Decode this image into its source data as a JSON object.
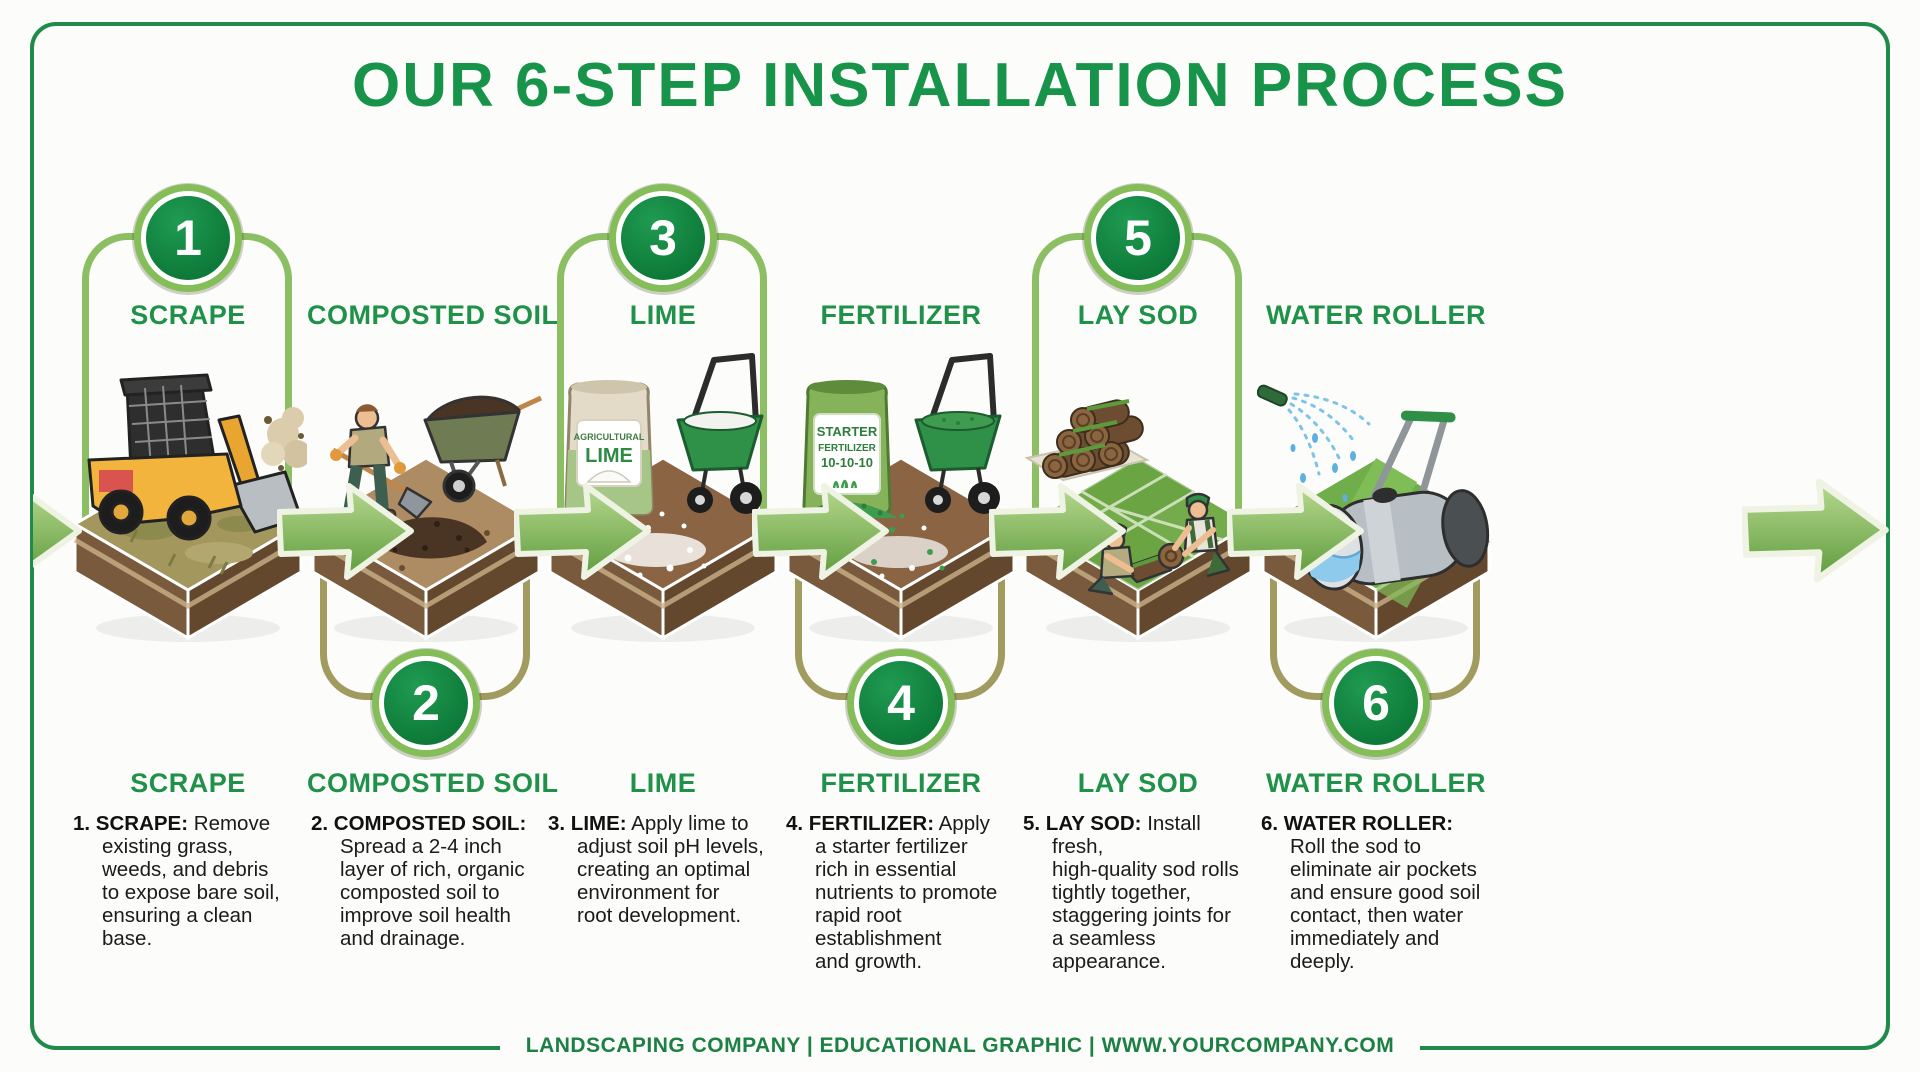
{
  "title": "OUR 6-STEP INSTALLATION PROCESS",
  "footer": "LANDSCAPING COMPANY | EDUCATIONAL GRAPHIC | WWW.YOURCOMPANY.COM",
  "colors": {
    "accent_green": "#17934a",
    "bracket_light_green": "#8cbf63",
    "bracket_olive": "#a19b60",
    "badge_green": "#0e7a39",
    "arrow_green": "#61a03e",
    "soil_brown": "#8a6443",
    "text_black": "#1b1b1b"
  },
  "steps": [
    {
      "number": "1",
      "label": "SCRAPE",
      "desc_lead": "1. SCRAPE:",
      "desc_rest": " Remove\nexisting grass,\nweeds, and debris\nto expose bare soil,\nensuring a clean\nbase."
    },
    {
      "number": "2",
      "label": "COMPOSTED SOIL",
      "desc_lead": "2. COMPOSTED SOIL:",
      "desc_rest": "\nSpread a 2-4 inch\nlayer of rich, organic\ncomposted soil to\nimprove soil health\nand drainage."
    },
    {
      "number": "3",
      "label": "LIME",
      "desc_lead": "3. LIME:",
      "desc_rest": " Apply lime to\nadjust soil pH levels,\ncreating an optimal\nenvironment for\nroot development."
    },
    {
      "number": "4",
      "label": "FERTILIZER",
      "desc_lead": "4. FERTILIZER:",
      "desc_rest": " Apply\na starter fertilizer\nrich in essential\nnutrients to promote\nrapid root\nestablishment\nand growth."
    },
    {
      "number": "5",
      "label": "LAY SOD",
      "desc_lead": "5. LAY SOD:",
      "desc_rest": " Install\nfresh,\nhigh-quality sod rolls\ntightly together,\nstaggering joints for\na seamless\nappearance."
    },
    {
      "number": "6",
      "label": "WATER ROLLER",
      "desc_lead": "6. WATER ROLLER:",
      "desc_rest": "\nRoll the sod to\neliminate air pockets\nand ensure good soil\ncontact, then water\nimmediately and\ndeeply."
    }
  ],
  "bags": {
    "lime": {
      "line1": "AGRICULTURAL",
      "line2": "LIME"
    },
    "fertilizer": {
      "line1": "STARTER",
      "line2": "FERTILIZER",
      "line3": "10-10-10"
    }
  }
}
